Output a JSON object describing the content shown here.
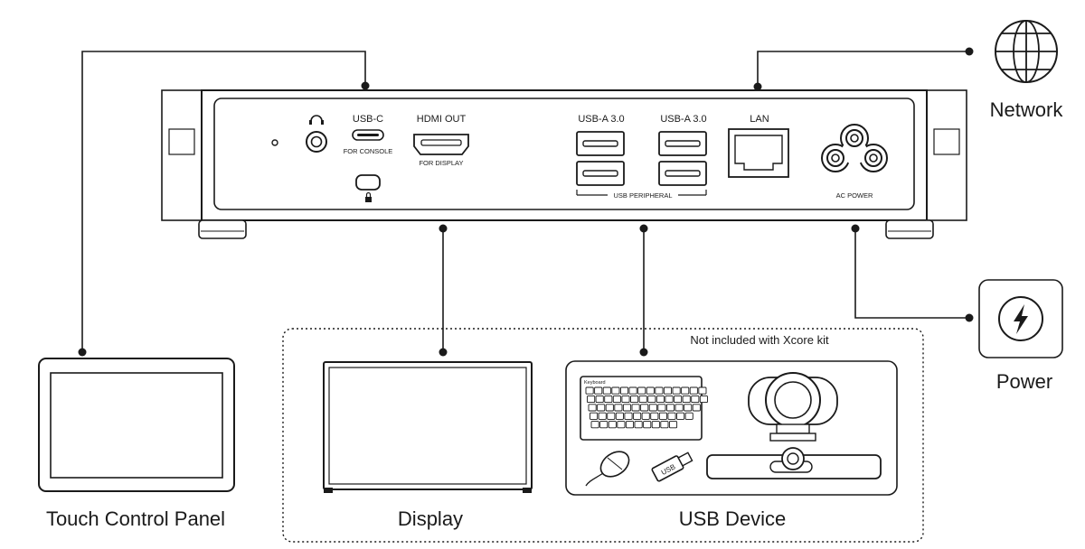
{
  "labels": {
    "network": "Network",
    "power": "Power",
    "touch_panel": "Touch Control Panel",
    "display": "Display",
    "usb_device": "USB Device",
    "note": "Not included with Xcore kit"
  },
  "ports": {
    "usb_c": "USB-C",
    "for_console": "FOR CONSOLE",
    "hdmi_out": "HDMI OUT",
    "for_display": "FOR DISPLAY",
    "usb_a_1": "USB-A 3.0",
    "usb_a_2": "USB-A 3.0",
    "usb_peripheral": "USB PERIPHERAL",
    "lan": "LAN",
    "ac_power": "AC POWER"
  },
  "peripherals": {
    "keyboard_label": "Keyboard",
    "usb_stick_label": "USB"
  },
  "icons": {
    "network": "globe-icon",
    "power": "lightning-icon",
    "headphone": "headphone-icon",
    "lock": "lock-icon"
  },
  "colors": {
    "ink": "#1a1a1a",
    "background": "#ffffff"
  }
}
